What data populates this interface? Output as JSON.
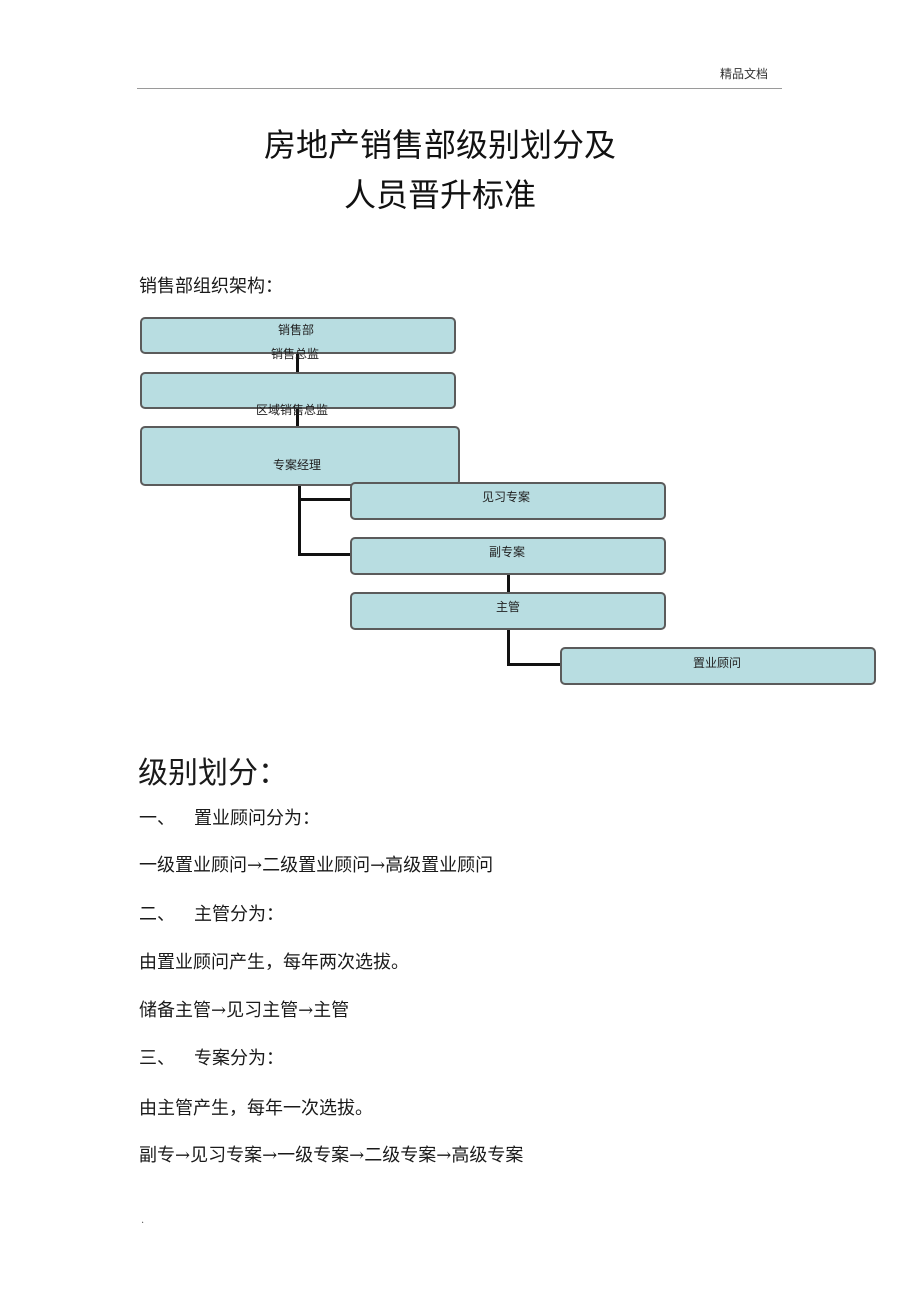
{
  "header": {
    "text": "精品文档"
  },
  "title": {
    "line1": "房地产销售部级别划分及",
    "line2": "人员晋升标准"
  },
  "org": {
    "label": "销售部组织架构：",
    "nodes": {
      "sales_dept": "销售部",
      "sales_director": "销售总监",
      "regional_director": "区域销售总监",
      "project_manager": "专案经理",
      "trainee_project": "见习专案",
      "deputy_project": "副专案",
      "supervisor": "主管",
      "consultant": "置业顾问"
    }
  },
  "section": {
    "heading": "级别划分：",
    "items": [
      {
        "num": "一、",
        "title": "置业顾问分为：",
        "desc": "",
        "path": "一级置业顾问→二级置业顾问→高级置业顾问"
      },
      {
        "num": "二、",
        "title": "主管分为：",
        "desc": "由置业顾问产生，每年两次选拔。",
        "path": "储备主管→见习主管→主管"
      },
      {
        "num": "三、",
        "title": "专案分为：",
        "desc": "由主管产生，每年一次选拔。",
        "path": "副专→见习专案→一级专案→二级专案→高级专案"
      }
    ]
  },
  "footer": {
    "mark": "."
  },
  "colors": {
    "box_fill": "#b8dde1",
    "box_border": "#5b5b5b",
    "connector": "#111111"
  }
}
